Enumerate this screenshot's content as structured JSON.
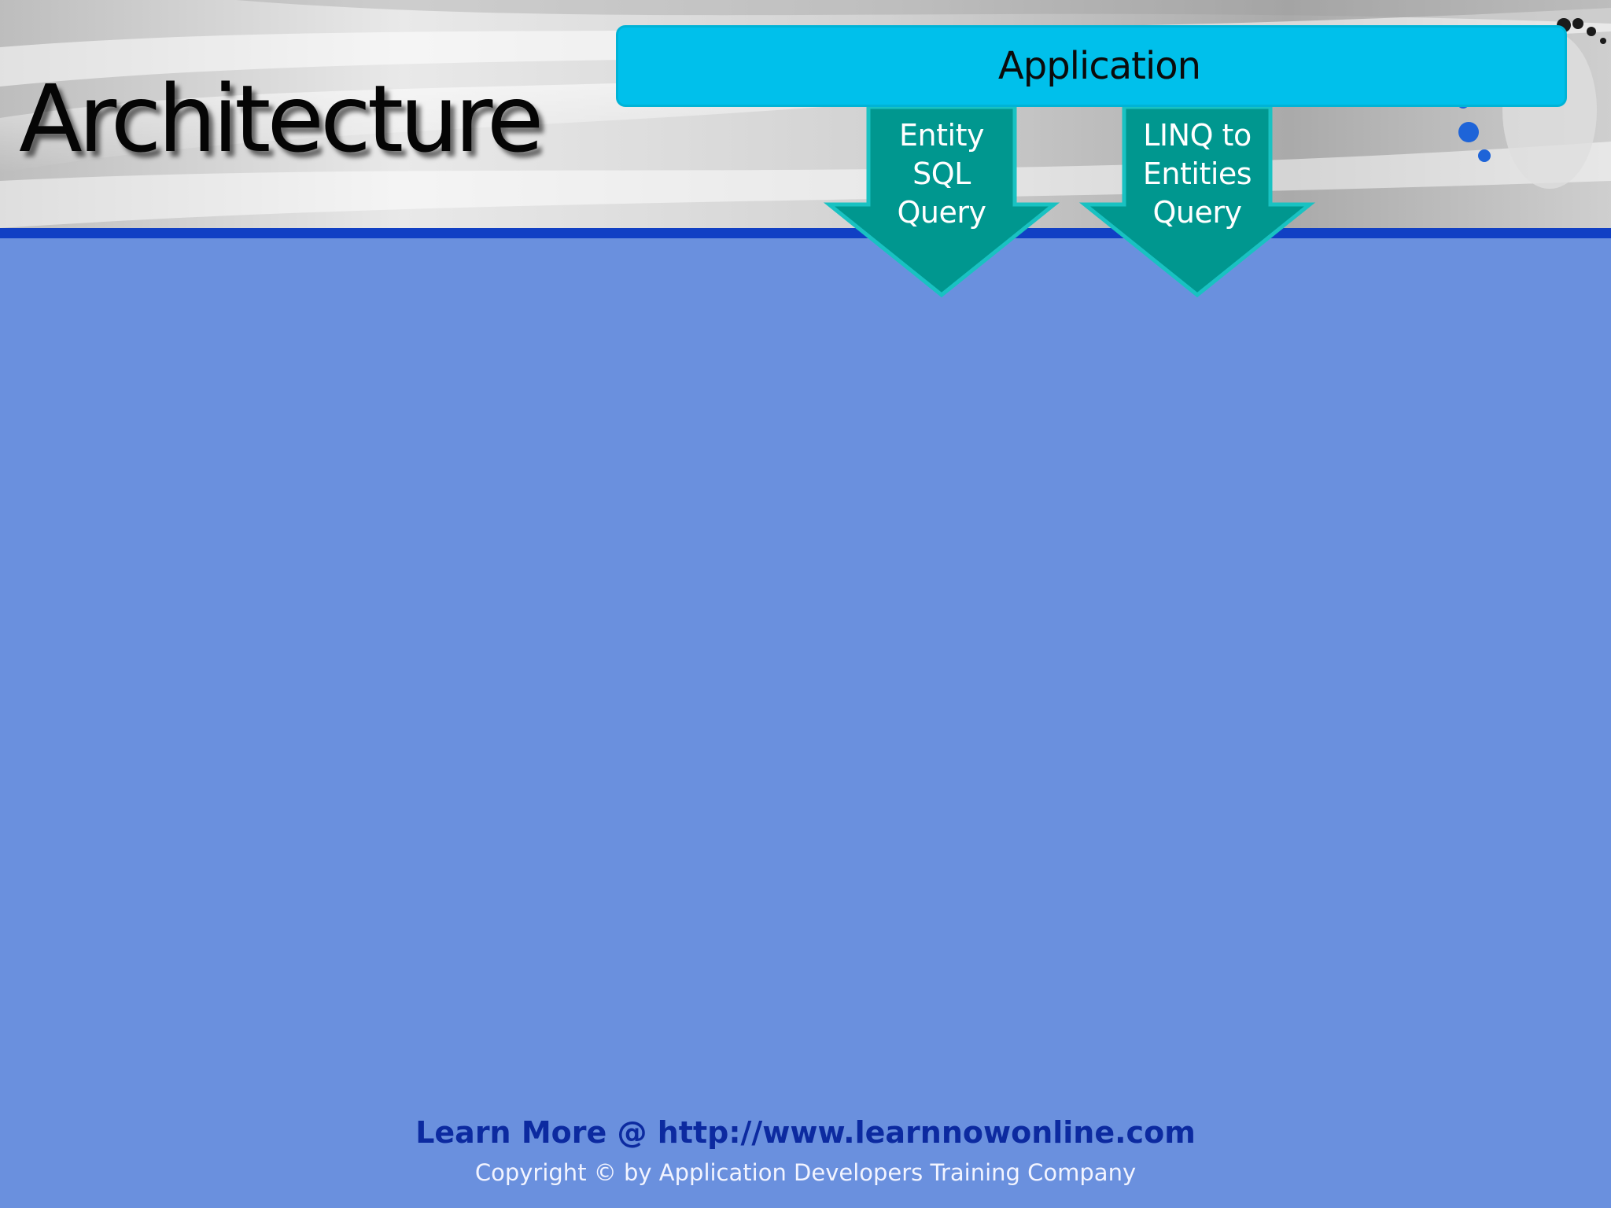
{
  "slide": {
    "title": "Architecture",
    "application_label": "Application",
    "arrows": [
      {
        "lines": [
          "Entity",
          "SQL",
          "Query"
        ]
      },
      {
        "lines": [
          "LINQ to",
          "Entities",
          "Query"
        ]
      }
    ]
  },
  "footer": {
    "link_text": "Learn More @ http://www.learnnowonline.com",
    "copyright": "Copyright © by Application Developers Training Company"
  },
  "colors": {
    "background": "#6a90de",
    "application_box": "#00c0eb",
    "arrow_fill": "#00978f",
    "arrow_outline": "#19c2c2",
    "header_stripe": "#1140c4",
    "footer_link": "#0c2aa0"
  }
}
